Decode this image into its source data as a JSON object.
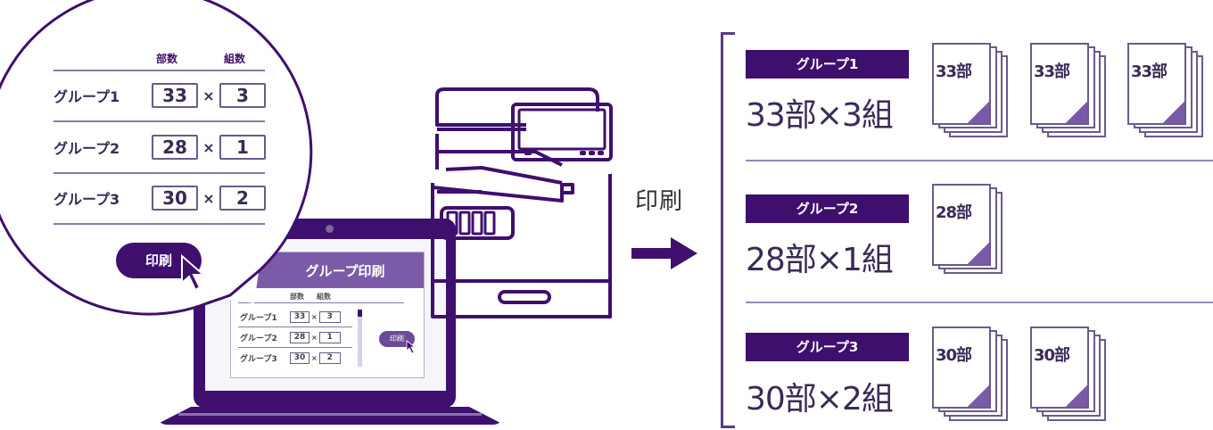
{
  "colors": {
    "primary_purple": "#3f0f6e",
    "mid_purple": "#7b5ba8",
    "line_purple": "#8a78a8",
    "text_dark": "#3a2a55"
  },
  "zoom_bubble": {
    "column_headers": {
      "copies": "部数",
      "sets": "組数"
    },
    "rows": [
      {
        "label": "グループ1",
        "copies": "33",
        "times": "×",
        "sets": "3"
      },
      {
        "label": "グループ2",
        "copies": "28",
        "times": "×",
        "sets": "1"
      },
      {
        "label": "グループ3",
        "copies": "30",
        "times": "×",
        "sets": "2"
      }
    ],
    "print_button": "印刷",
    "cursor_icon": "mouse-pointer-icon"
  },
  "laptop_window": {
    "title": "グループ印刷",
    "column_headers": {
      "copies": "部数",
      "sets": "組数"
    },
    "rows": [
      {
        "label": "グループ1",
        "copies": "33",
        "times": "×",
        "sets": "3"
      },
      {
        "label": "グループ2",
        "copies": "28",
        "times": "×",
        "sets": "1"
      },
      {
        "label": "グループ3",
        "copies": "30",
        "times": "×",
        "sets": "2"
      }
    ],
    "print_button": "印刷"
  },
  "printer": {
    "icon": "multifunction-printer-icon"
  },
  "flow": {
    "label": "印刷",
    "arrow_icon": "arrow-right-icon"
  },
  "results": [
    {
      "badge": "グループ1",
      "formula": "33部×3組",
      "stack_label": "33部",
      "stacks": [
        "33部",
        "33部",
        "33部"
      ]
    },
    {
      "badge": "グループ2",
      "formula": "28部×1組",
      "stack_label": "28部",
      "stacks": [
        "28部"
      ]
    },
    {
      "badge": "グループ3",
      "formula": "30部×2組",
      "stack_label": "30部",
      "stacks": [
        "30部",
        "30部"
      ]
    }
  ]
}
